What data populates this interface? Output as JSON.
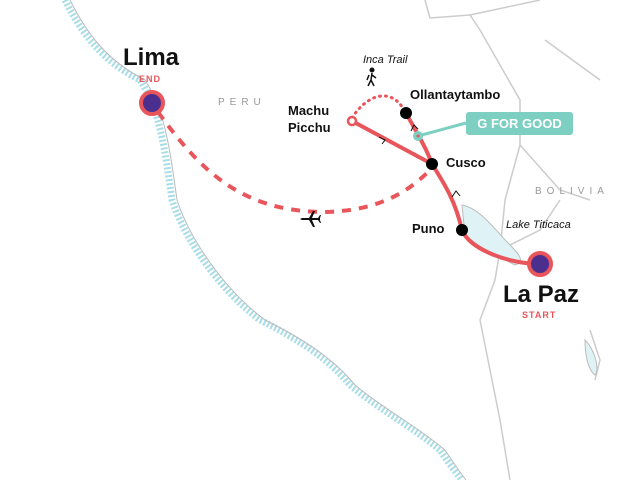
{
  "map": {
    "countries": [
      "PERU",
      "BOLIVIA"
    ],
    "stops": [
      {
        "name": "Lima",
        "tag": "END"
      },
      {
        "name": "La Paz",
        "tag": "START"
      },
      {
        "name": "Cusco"
      },
      {
        "name": "Puno"
      },
      {
        "name": "Ollantaytambo"
      },
      {
        "name": "Machu",
        "name2": "Picchu"
      }
    ],
    "features": {
      "trail": "Inca Trail",
      "lake": "Lake Titicaca"
    },
    "badge": "G FOR GOOD",
    "icons": [
      "hiker-icon",
      "plane-icon"
    ],
    "colors": {
      "route": "#e8555a",
      "stop_fill": "#4a2f8f",
      "badge": "#7dcfc1",
      "water": "#a8dde8",
      "border": "#cccccc"
    }
  }
}
